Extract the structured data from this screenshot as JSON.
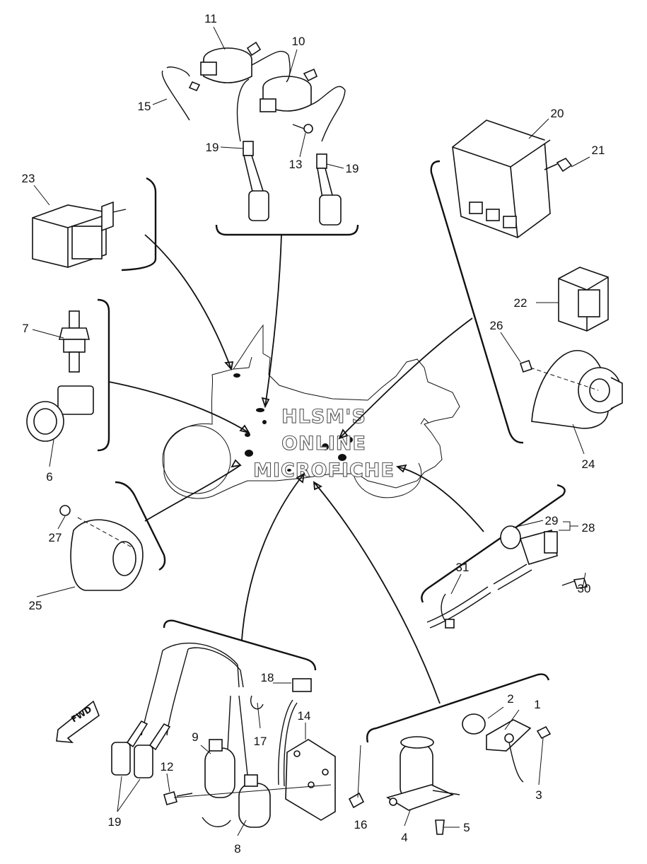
{
  "watermark": {
    "line1": "HLSM'S",
    "line2": "ONLINE",
    "line3": "MICROFICHE"
  },
  "fwd_arrow": {
    "label": "FWD"
  },
  "callouts": {
    "c1": "1",
    "c2": "2",
    "c3": "3",
    "c4": "4",
    "c5": "5",
    "c6": "6",
    "c7": "7",
    "c8": "8",
    "c9": "9",
    "c10": "10",
    "c11": "11",
    "c12": "12",
    "c13": "13",
    "c14": "14",
    "c15": "15",
    "c16": "16",
    "c17": "17",
    "c18": "18",
    "c19a": "19",
    "c19b": "19",
    "c19c": "19",
    "c20": "20",
    "c21": "21",
    "c22": "22",
    "c23": "23",
    "c24": "24",
    "c25": "25",
    "c26": "26",
    "c27": "27",
    "c28": "28",
    "c29": "29",
    "c30": "30",
    "c31": "31"
  },
  "icons": [
    "ignition-coil-icon",
    "cdi-unit-icon",
    "relay-icon",
    "horn-icon",
    "sensor-icon",
    "solenoid-icon",
    "bracket-icon",
    "bolt-icon",
    "cable-tie-icon",
    "fwd-arrow-icon"
  ]
}
